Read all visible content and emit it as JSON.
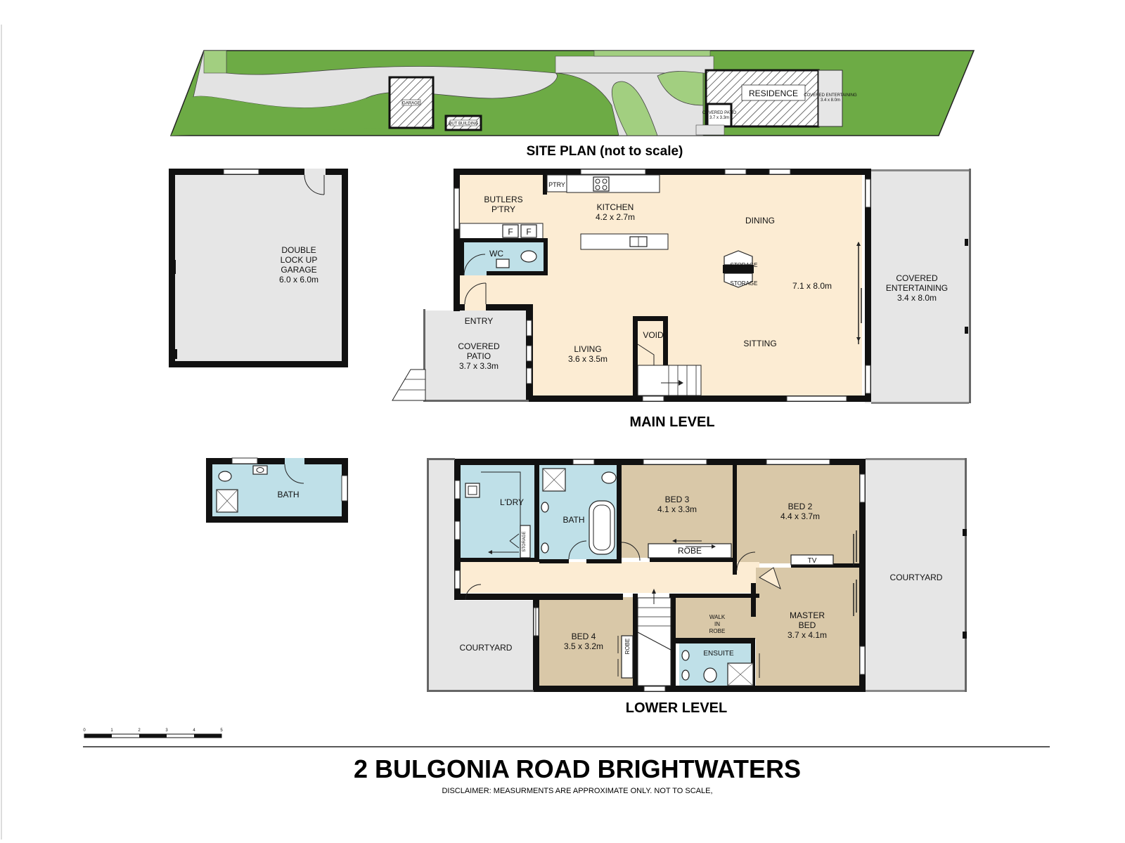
{
  "site_plan": {
    "title": "SITE PLAN (not to scale)",
    "residence_label": "RESIDENCE",
    "garage_tag": "GARAGE",
    "outbuilding_tag": "OUT BUILDING",
    "covered_patio_tag": "COVERED PATIO",
    "covered_patio_tag_dims": "3.7 x 3.3m",
    "covered_ent_tag": "COVERED ENTERTAINING",
    "covered_ent_tag_dims": "3.4 x 8.0m"
  },
  "garage": {
    "line1": "DOUBLE",
    "line2": "LOCK UP",
    "line3": "GARAGE",
    "dims": "6.0 x 6.0m"
  },
  "outbuilding_bath": {
    "label": "BATH"
  },
  "main_level": {
    "title": "MAIN LEVEL",
    "butlers_line1": "BUTLERS",
    "butlers_line2": "P'TRY",
    "ptry": "PTRY",
    "fridge1": "F",
    "fridge2": "F",
    "kitchen": "KITCHEN",
    "kitchen_dims": "4.2 x 2.7m",
    "dining": "DINING",
    "wc": "WC",
    "storage1": "STORAGE",
    "storage2": "STORAGE",
    "open_dims": "7.1 x 8.0m",
    "entry": "ENTRY",
    "covered_patio_line1": "COVERED",
    "covered_patio_line2": "PATIO",
    "covered_patio_dims": "3.7 x 3.3m",
    "living": "LIVING",
    "living_dims": "3.6 x 3.5m",
    "void": "VOID",
    "sitting": "SITTING",
    "covered_ent_line1": "COVERED",
    "covered_ent_line2": "ENTERTAINING",
    "covered_ent_dims": "3.4 x 8.0m"
  },
  "lower_level": {
    "title": "LOWER LEVEL",
    "ldry": "L'DRY",
    "storage": "STORAGE",
    "bath": "BATH",
    "bed3": "BED 3",
    "bed3_dims": "4.1 x 3.3m",
    "robe": "ROBE",
    "bed2": "BED 2",
    "bed2_dims": "4.4 x 3.7m",
    "tv": "TV",
    "courtyard_right": "COURTYARD",
    "courtyard_left": "COURTYARD",
    "bed4": "BED 4",
    "bed4_dims": "3.5 x 3.2m",
    "bed4_robe": "ROBE",
    "walk_in_line1": "WALK",
    "walk_in_line2": "IN",
    "walk_in_line3": "ROBE",
    "master_line1": "MASTER",
    "master_line2": "BED",
    "master_dims": "3.7 x 4.1m",
    "ensuite": "ENSUITE"
  },
  "scale_bar": {
    "ticks": [
      "0",
      "1",
      "2",
      "3",
      "4",
      "5"
    ]
  },
  "footer": {
    "title": "2 BULGONIA ROAD BRIGHTWATERS",
    "disclaimer": "DISCLAIMER: MEASURMENTS ARE APPROXIMATE ONLY. NOT TO SCALE,"
  },
  "colors": {
    "lawn": "#6dab45",
    "lawn_light": "#a2cf80",
    "paving": "#e3e3e3",
    "living_area": "#fcecd3",
    "wet_area": "#bfe0e8",
    "bedroom": "#d9c8a8",
    "outdoor": "#e6e6e6",
    "wall": "#111111"
  }
}
